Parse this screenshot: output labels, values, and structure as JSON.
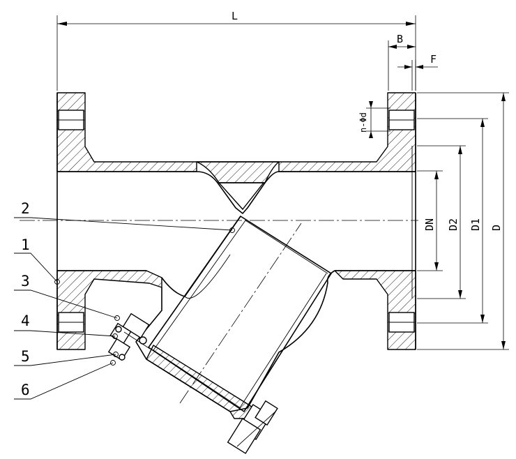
{
  "dimensions": {
    "length": "L",
    "flange_thickness": "B",
    "raised_face": "F",
    "bolt_holes": "n-Φd",
    "nominal_diameter": "DN",
    "raised_face_diameter": "D2",
    "bolt_circle_diameter": "D1",
    "flange_outer_diameter": "D"
  },
  "part_labels": [
    "1",
    "2",
    "3",
    "4",
    "5",
    "6"
  ]
}
